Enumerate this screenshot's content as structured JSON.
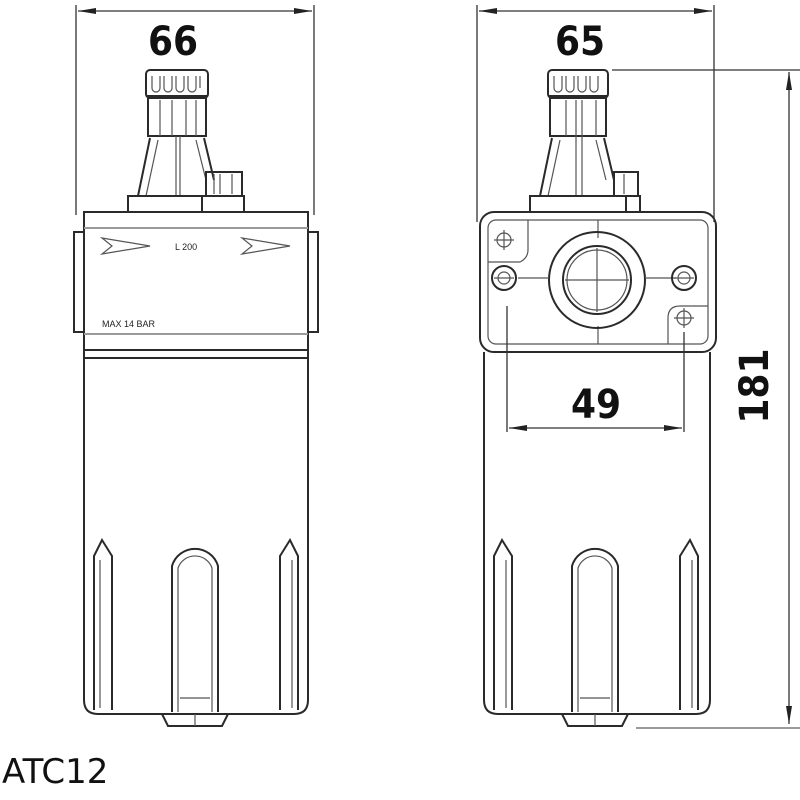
{
  "drawing": {
    "model_label": "ATC12",
    "front_view": {
      "width_dimension": "66",
      "label_model": "L 200",
      "label_pressure": "MAX 14 BAR"
    },
    "side_view": {
      "width_dimension": "65",
      "port_spacing_dimension": "49",
      "height_dimension": "181"
    },
    "colors": {
      "line": "#2a2a2a",
      "background": "#ffffff"
    }
  }
}
